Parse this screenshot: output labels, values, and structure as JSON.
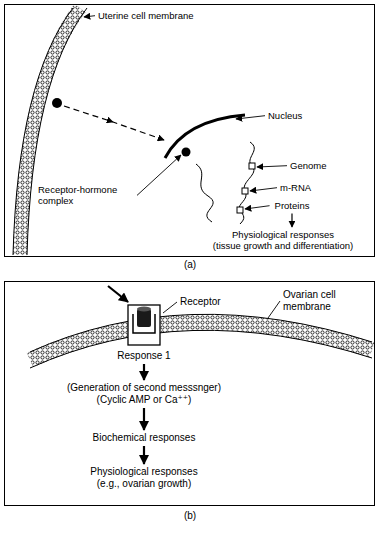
{
  "diagram": {
    "nodes": [
      {
        "text": [
          "Proteins"
        ]
      },
      {
        "text": [
          "Physiological responses",
          "(tissue growth and differentiation)"
        ]
      },
      {
        "text": [
          "Response 1"
        ]
      },
      {
        "text": [
          "(Generation of second messsnger)",
          "(Cyclic AMP or Ca⁺⁺)"
        ]
      },
      {
        "text": [
          "Biochemical responses"
        ]
      },
      {
        "text": [
          "Physiological responses",
          "(e.g., ovarian growth)"
        ]
      }
    ],
    "edges": [
      {
        "from": 0,
        "to": 1,
        "arrow": "to"
      },
      {
        "from": 2,
        "to": 3,
        "arrow": "to"
      },
      {
        "from": 3,
        "to": 4,
        "arrow": "to"
      },
      {
        "from": 4,
        "to": 5,
        "arrow": "to"
      }
    ],
    "labels": [
      "Uterine cell membrane",
      "Nucleus",
      "Receptor-hormone complex",
      "Genome",
      "m-RNA",
      "(a)",
      "Receptor",
      "Ovarian cell membrane",
      "(b)"
    ]
  }
}
